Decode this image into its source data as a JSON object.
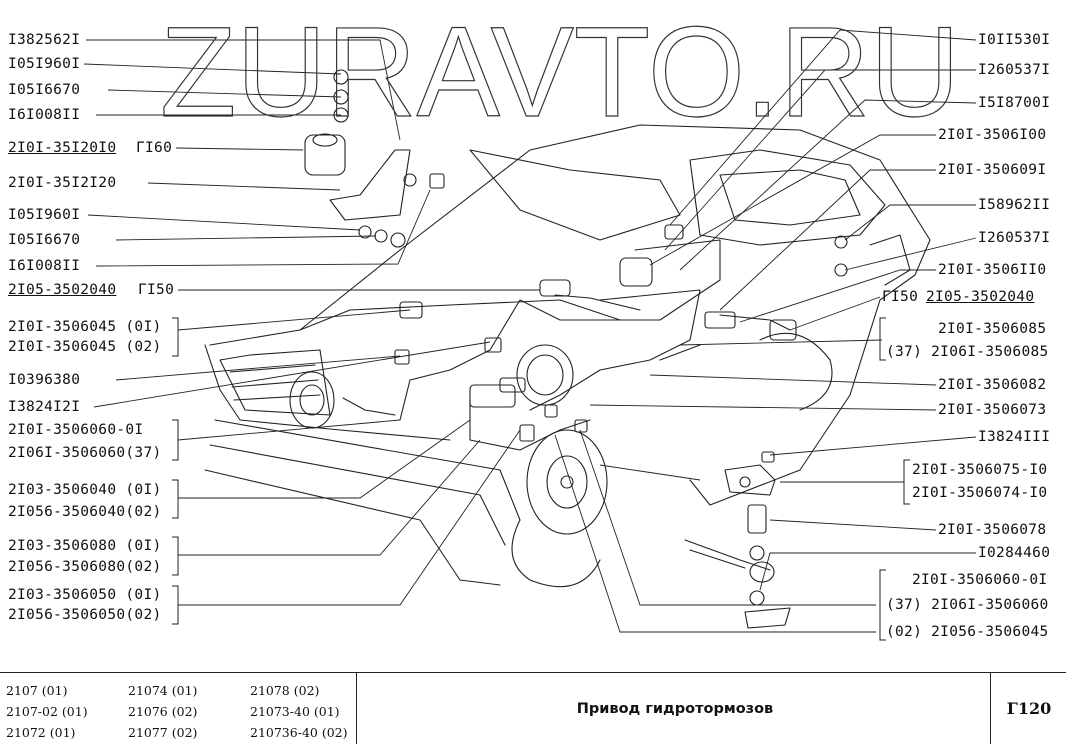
{
  "watermark": "ZURAVTO.RU",
  "page_mark": "",
  "labels_left": [
    "I382562I",
    "I05I960I",
    "I05I6670",
    "I6I008II",
    "2I0I-35I20I0",
    "2I0I-35I2I20",
    "I05I960I",
    "I05I6670",
    "I6I008II",
    "2I05-3502040",
    "2I0I-3506045 (0I)",
    "2I0I-3506045 (02)",
    "I0396380",
    "I3824I2I",
    "2I0I-3506060-0I",
    "2I06I-3506060(37)",
    "2I03-3506040 (0I)",
    "2I056-3506040(02)",
    "2I03-3506080 (0I)",
    "2I056-3506080(02)",
    "2I03-3506050 (0I)",
    "2I056-3506050(02)"
  ],
  "ref_left_1": "ГI60",
  "ref_left_2": "ГI50",
  "labels_right": [
    "I0II530I",
    "I260537I",
    "I5I8700I",
    "2I0I-3506I00",
    "2I0I-350609I",
    "I58962II",
    "I260537I",
    "2I0I-3506II0",
    "2I05-3502040",
    "2I0I-3506085",
    "(37)  2I06I-3506085",
    "2I0I-3506082",
    "2I0I-3506073",
    "I3824III",
    "2I0I-3506075-I0",
    "2I0I-3506074-I0",
    "2I0I-3506078",
    "I0284460",
    "2I0I-3506060-0I",
    "(37)  2I06I-3506060",
    "(02)  2I056-3506045"
  ],
  "ref_right": "ГI50",
  "title_block": {
    "models": [
      [
        "2107 (01)",
        "21074 (01)",
        "21078 (02)"
      ],
      [
        "2107-02 (01)",
        "21076 (02)",
        "21073-40 (01)"
      ],
      [
        "21072 (01)",
        "21077 (02)",
        "210736-40 (02)"
      ]
    ],
    "title": "Привод гидротормозов",
    "code": "Г120"
  }
}
